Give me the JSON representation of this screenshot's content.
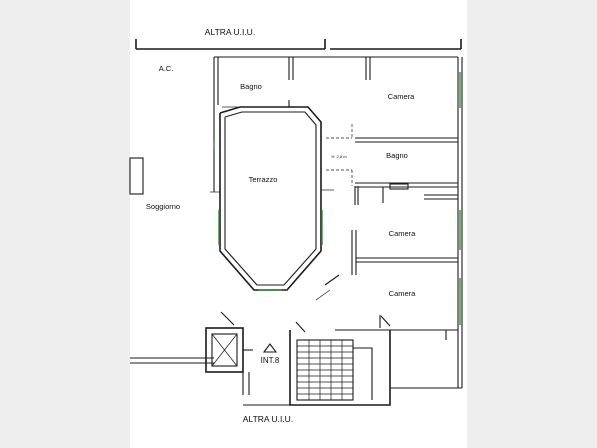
{
  "plan": {
    "top_neighbor_label": "ALTRA U.I.U.",
    "bottom_neighbor_label": "ALTRA U.I.U.",
    "ac_label": "A.C.",
    "rooms": {
      "bagno_top": "Bagno",
      "camera_1": "Camera",
      "terrazzo": "Terrazzo",
      "height_note": "H. 2,8 m",
      "bagno_mid": "Bagno",
      "soggiorno": "Soggiorno",
      "camera_2": "Camera",
      "camera_3": "Camera"
    },
    "unit_label": "INT.8"
  },
  "colors": {
    "page_background": "#ffffff",
    "surround": "#eeeeee",
    "wall": "#1a1a1a",
    "window_accent": "#3a8a3a"
  }
}
